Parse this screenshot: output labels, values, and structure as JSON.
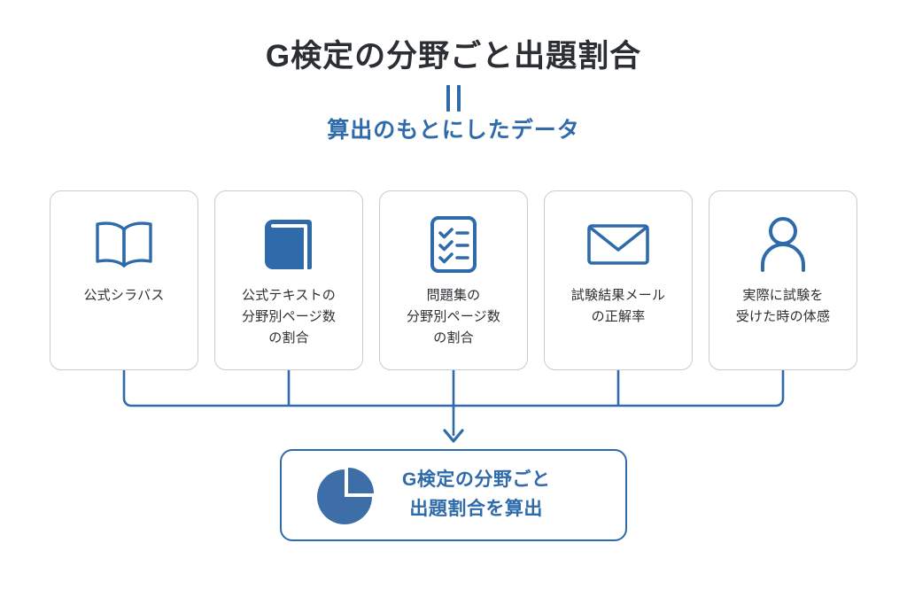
{
  "page": {
    "background_color": "#ffffff",
    "accent_color": "#2f6bab",
    "text_color": "#2b2f33",
    "card_border_color": "#c9cbcd"
  },
  "header": {
    "main_title": "G検定の分野ごと出題割合",
    "equals_symbol": "=",
    "sub_title": "算出のもとにしたデータ"
  },
  "cards": [
    {
      "icon": "open-book-icon",
      "lines": [
        "公式シラバス"
      ]
    },
    {
      "icon": "closed-book-icon",
      "lines": [
        "公式テキストの",
        "分野別ページ数",
        "の割合"
      ]
    },
    {
      "icon": "checklist-icon",
      "lines": [
        "問題集の",
        "分野別ページ数",
        "の割合"
      ]
    },
    {
      "icon": "envelope-icon",
      "lines": [
        "試験結果メール",
        "の正解率"
      ]
    },
    {
      "icon": "person-icon",
      "lines": [
        "実際に試験を",
        "受けた時の体感"
      ]
    }
  ],
  "result": {
    "icon": "pie-chart-icon",
    "lines": [
      "G検定の分野ごと",
      "出題割合を算出"
    ]
  }
}
